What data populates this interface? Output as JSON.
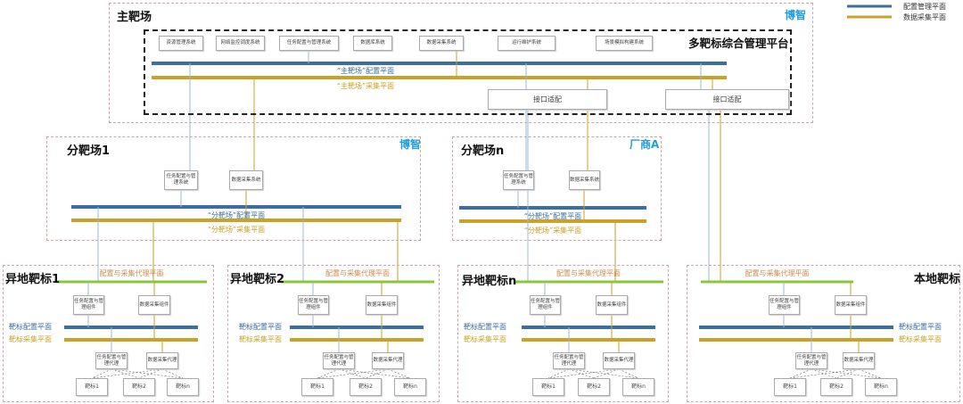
{
  "legend": {
    "config": "配置管理平面",
    "collect": "数据采集平面"
  },
  "colors": {
    "config": "#3a6ea5",
    "collect": "#c9a227",
    "proxy": "#8cc63f",
    "vendor": "#1e9ee0"
  },
  "main": {
    "title": "主靶场",
    "vendor": "博智",
    "platform": "多靶标综合管理平台",
    "systems": [
      "资源管理系统",
      "网络监控调度系统",
      "任务配置与管理系统",
      "数据库系统",
      "数据采集系统",
      "运行维护系统",
      "场景模拟构建系统"
    ],
    "config_plane": "“主靶场”配置平面",
    "collect_plane": "“主靶场”采集平面",
    "adapters": [
      "接口适配",
      "接口适配"
    ]
  },
  "sub_ranges": [
    {
      "title": "分靶场1",
      "vendor": "博智",
      "config_system": "任务配置与管理系统",
      "collect_system": "数据采集系统",
      "config_plane": "“分靶场”配置平面",
      "collect_plane": "“分靶场”采集平面"
    },
    {
      "title": "分靶场n",
      "vendor": "厂商A",
      "config_system": "任务配置与管理系统",
      "collect_system": "数据采集系统",
      "config_plane": "“分靶场”配置平面",
      "collect_plane": "“分靶场”采集平面"
    }
  ],
  "targets": [
    {
      "title": "异地靶标1",
      "proxy_plane": "配置与采集代理平面",
      "config_component": "任务配置与管理组件",
      "collect_component": "数据采集组件",
      "config_plane": "靶标配置平面",
      "collect_plane": "靶标采集平面",
      "config_agent": "任务配置与管理代理",
      "collect_agent": "数据采集代理",
      "items": [
        "靶标1",
        "靶标2",
        "靶标n"
      ]
    },
    {
      "title": "异地靶标2",
      "proxy_plane": "配置与采集代理平面",
      "config_component": "任务配置与管理组件",
      "collect_component": "数据采集组件",
      "config_plane": "靶标配置平面",
      "collect_plane": "靶标采集平面",
      "config_agent": "任务配置与管理代理",
      "collect_agent": "数据采集代理",
      "items": [
        "靶标1",
        "靶标2",
        "靶标n"
      ]
    },
    {
      "title": "异地靶标n",
      "proxy_plane": "配置与采集代理平面",
      "config_component": "任务配置与管理组件",
      "collect_component": "数据采集组件",
      "config_plane": "靶标配置平面",
      "collect_plane": "靶标采集平面",
      "config_agent": "任务配置与管理代理",
      "collect_agent": "数据采集代理",
      "items": [
        "靶标1",
        "靶标2",
        "靶标n"
      ]
    },
    {
      "title": "本地靶标",
      "proxy_plane": "配置与采集代理平面",
      "config_component": "任务配置与管理组件",
      "collect_component": "数据采集组件",
      "config_plane": "靶标配置平面",
      "collect_plane": "靶标采集平面",
      "config_agent": "任务配置与管理代理",
      "collect_agent": "数据采集代理",
      "items": [
        "靶标1",
        "靶标2",
        "靶标n"
      ]
    }
  ]
}
